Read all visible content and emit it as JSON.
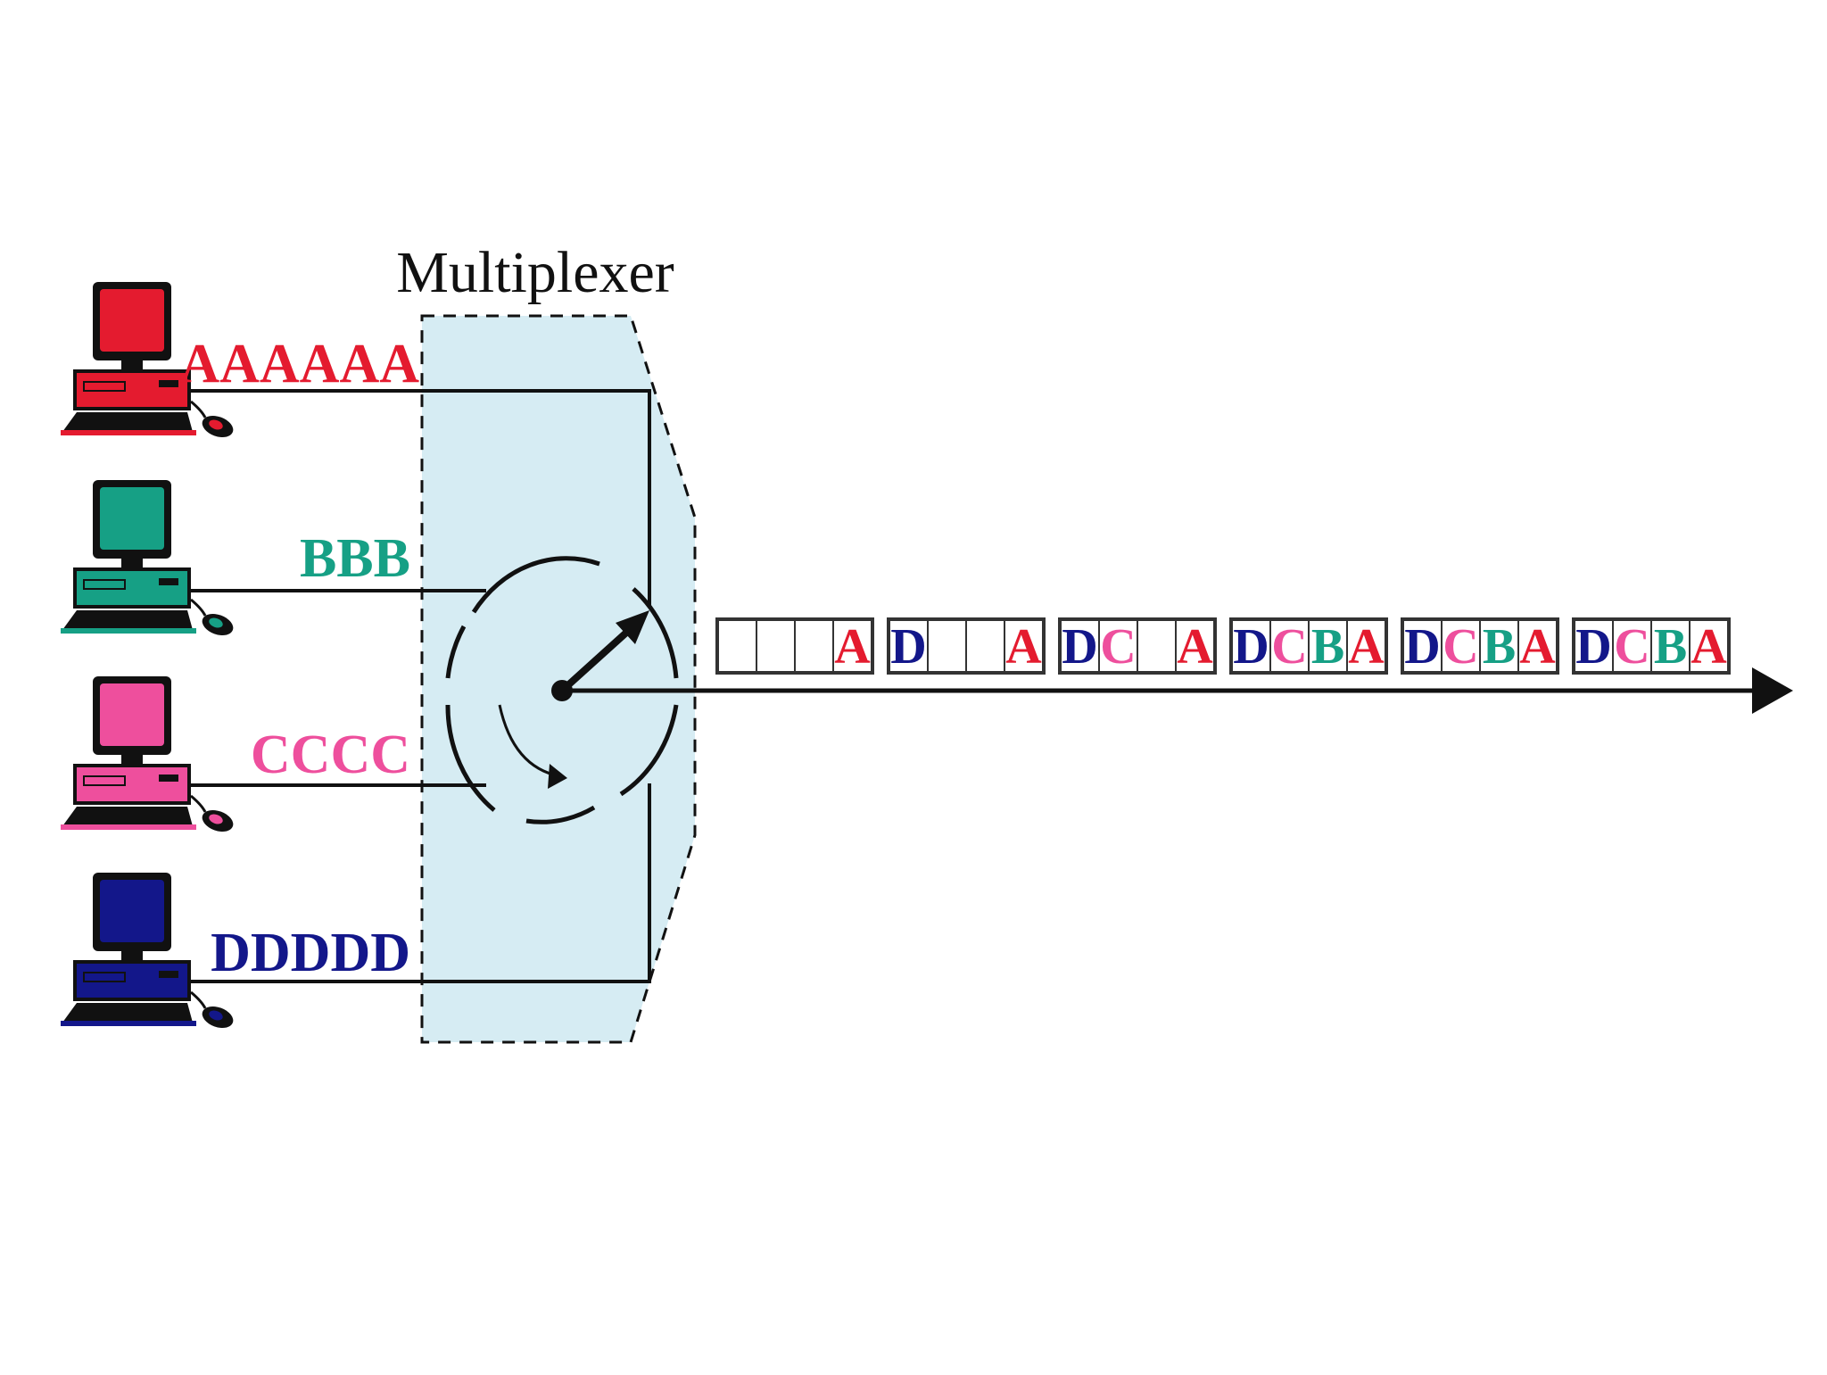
{
  "colors": {
    "A": "#e41b2f",
    "B": "#16a085",
    "C": "#ee4f9d",
    "D": "#13178a",
    "mux_fill": "#d6ecf3",
    "line": "#111111"
  },
  "multiplexer": {
    "title": "Multiplexer"
  },
  "sources": [
    {
      "id": "A",
      "label": "AAAAAA",
      "icon": "computer-icon"
    },
    {
      "id": "B",
      "label": "BBB",
      "icon": "computer-icon"
    },
    {
      "id": "C",
      "label": "CCCC",
      "icon": "computer-icon"
    },
    {
      "id": "D",
      "label": "DDDDD",
      "icon": "computer-icon"
    }
  ],
  "frames": [
    [
      "",
      "",
      "",
      "A"
    ],
    [
      "D",
      "",
      "",
      "A"
    ],
    [
      "D",
      "C",
      "",
      "A"
    ],
    [
      "D",
      "C",
      "B",
      "A"
    ],
    [
      "D",
      "C",
      "B",
      "A"
    ],
    [
      "D",
      "C",
      "B",
      "A"
    ]
  ]
}
